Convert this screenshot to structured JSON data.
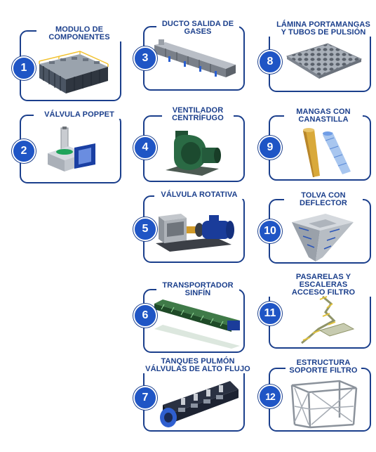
{
  "components": [
    {
      "number": "1",
      "title": "MODULO DE\nCOMPONENTES",
      "icon": "filter-module-icon"
    },
    {
      "number": "2",
      "title": "VÁLVULA POPPET",
      "icon": "poppet-valve-icon"
    },
    {
      "number": "3",
      "title": "DUCTO SALIDA DE\nGASES",
      "icon": "gas-duct-icon"
    },
    {
      "number": "4",
      "title": "VENTILADOR\nCENTRÍFUGO",
      "icon": "centrifugal-fan-icon"
    },
    {
      "number": "5",
      "title": "VÁLVULA ROTATIVA",
      "icon": "rotary-valve-icon"
    },
    {
      "number": "6",
      "title": "TRANSPORTADOR\nSINFÍN",
      "icon": "screw-conveyor-icon"
    },
    {
      "number": "7",
      "title": "TANQUES PULMÓN\nVÁLVULAS DE ALTO FLUJO",
      "icon": "buffer-tanks-icon"
    },
    {
      "number": "8",
      "title": "LÁMINA PORTAMANGAS\nY TUBOS DE PULSIÓN",
      "icon": "tube-sheet-icon"
    },
    {
      "number": "9",
      "title": "MANGAS CON\nCANASTILLA",
      "icon": "filter-bags-icon"
    },
    {
      "number": "10",
      "title": "TOLVA CON\nDEFLECTOR",
      "icon": "hopper-icon"
    },
    {
      "number": "11",
      "title": "PASARELAS Y ESCALERAS\nACCESO FILTRO",
      "icon": "walkways-stairs-icon"
    },
    {
      "number": "12",
      "title": "ESTRUCTURA\nSOPORTE FILTRO",
      "icon": "support-structure-icon"
    }
  ],
  "colors": {
    "border": "#1b3f8c",
    "badge": "#1f55c5",
    "title": "#1b3f8c"
  }
}
